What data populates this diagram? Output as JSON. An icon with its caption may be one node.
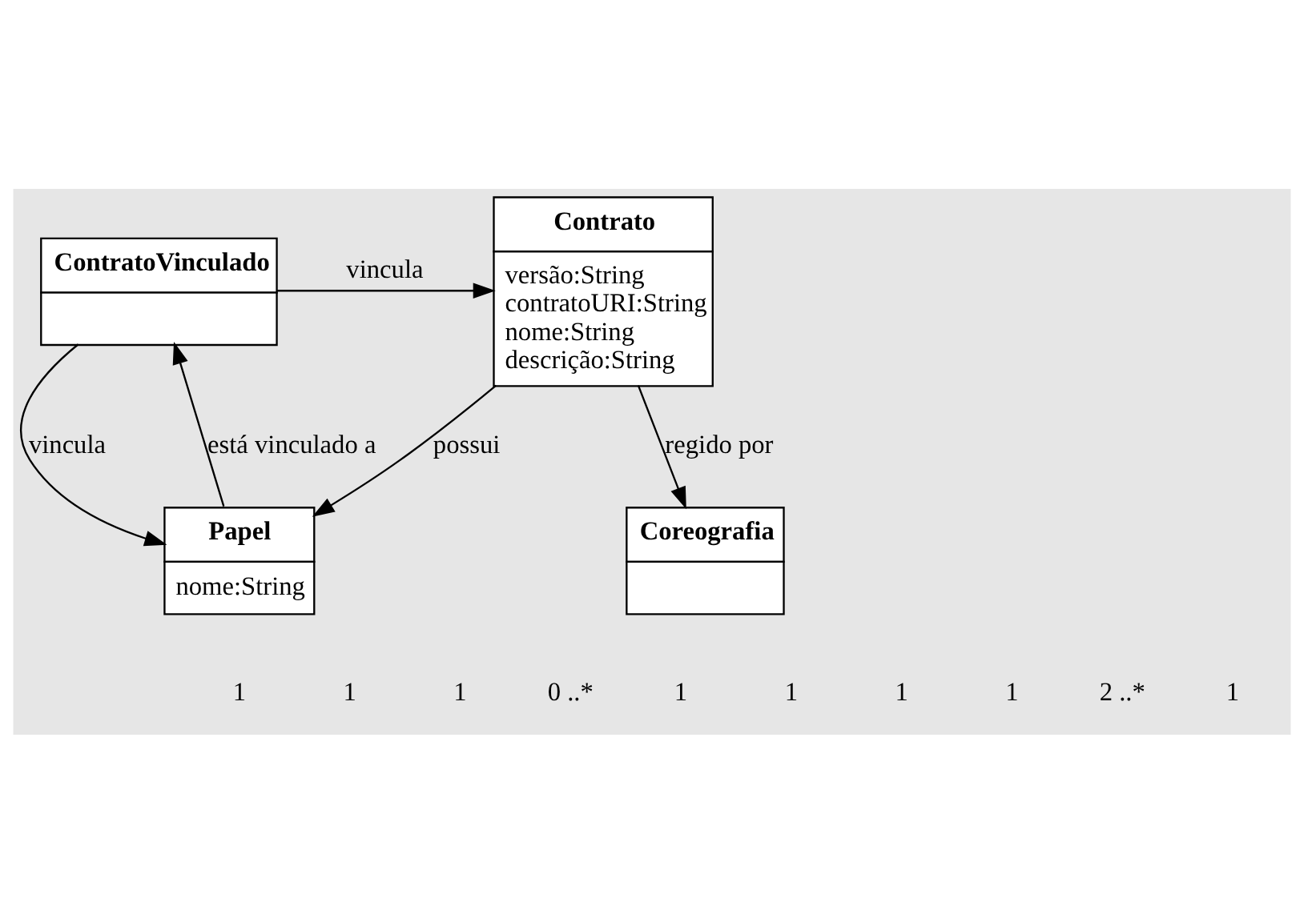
{
  "diagram": {
    "nodes": [
      {
        "text": [
          "Contrato",
          "versão:String",
          "contratoURI:String",
          "nome:String",
          "descrição:String"
        ]
      },
      {
        "text": [
          "ContratoVinculado"
        ]
      },
      {
        "text": [
          "Papel",
          "nome:String"
        ]
      },
      {
        "text": [
          "Coreografia"
        ]
      }
    ],
    "edges": [
      {
        "from": 1,
        "to": 0,
        "arrow": "to",
        "label": "vincula"
      },
      {
        "from": 1,
        "to": 2,
        "arrow": "to",
        "label": "vincula"
      },
      {
        "from": 0,
        "to": 2,
        "arrow": "to",
        "label": "possui"
      },
      {
        "from": 2,
        "to": 1,
        "arrow": "to",
        "label": "está vinculado a"
      },
      {
        "from": 0,
        "to": 3,
        "arrow": "to",
        "label": "regido por"
      }
    ],
    "labels": [
      "1",
      "1",
      "1",
      "0 ..*",
      "1",
      "1",
      "1",
      "1",
      "2 ..*",
      "1"
    ]
  }
}
